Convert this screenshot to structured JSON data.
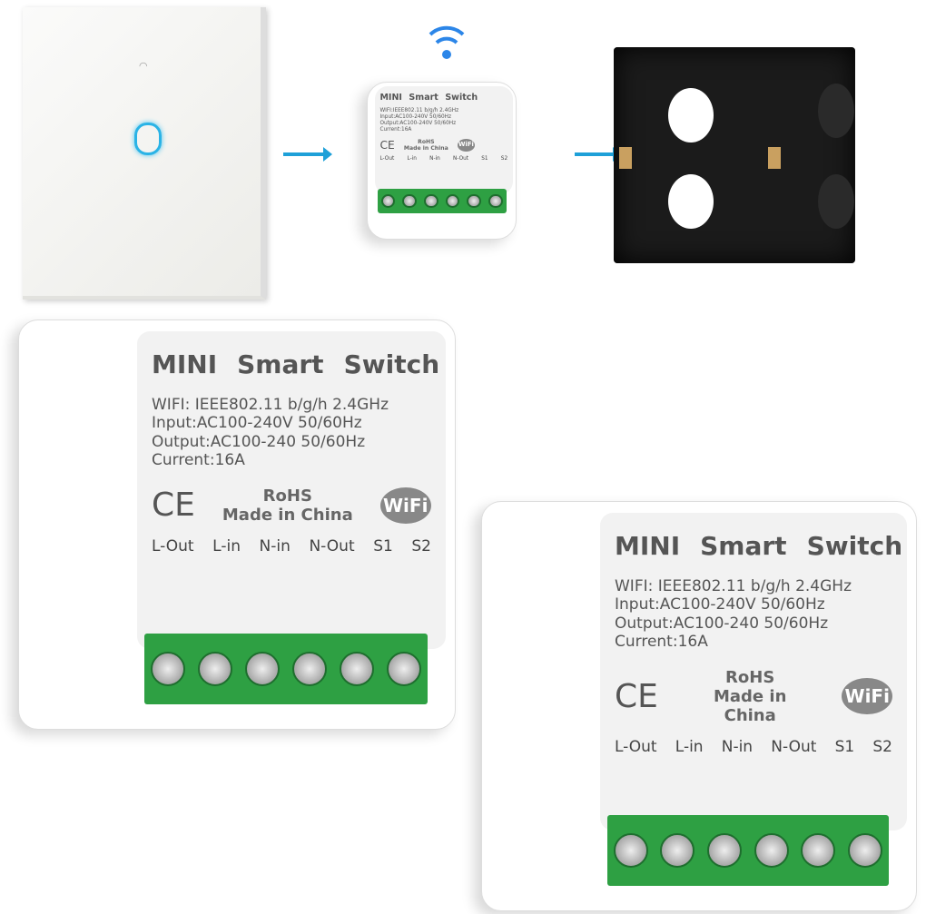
{
  "modules": [
    {
      "title_parts": [
        "MINI",
        "Smart",
        "Switch"
      ],
      "specs": [
        "WIFI:IEEE802.11 b/g/h 2.4GHz",
        "Input:AC100-240V 50/60Hz",
        "Output:AC100-240V 50/60Hz",
        "Current:16A"
      ],
      "ce": "CE",
      "rohs": "RoHS",
      "made": "Made in China",
      "wifi_logo": "WiFi",
      "terminals": [
        "L-Out",
        "L-in",
        "N-in",
        "N-Out",
        "S1",
        "S2"
      ]
    },
    {
      "title_parts": [
        "MINI",
        "Smart",
        "Switch"
      ],
      "specs": [
        "WIFI: IEEE802.11 b/g/h 2.4GHz",
        "Input:AC100-240V 50/60Hz",
        "Output:AC100-240 50/60Hz",
        "Current:16A"
      ],
      "ce": "CE",
      "rohs": "RoHS",
      "made": "Made in China",
      "wifi_logo": "WiFi",
      "terminals": [
        "L-Out",
        "L-in",
        "N-in",
        "N-Out",
        "S1",
        "S2"
      ]
    },
    {
      "title_parts": [
        "MINI",
        "Smart",
        "Switch"
      ],
      "specs": [
        "WIFI: IEEE802.11 b/g/h 2.4GHz",
        "Input:AC100-240V 50/60Hz",
        "Output:AC100-240 50/60Hz",
        "Current:16A"
      ],
      "ce": "CE",
      "rohs": "RoHS",
      "made": "Made in China",
      "wifi_logo": "WiFi",
      "terminals": [
        "L-Out",
        "L-in",
        "N-in",
        "N-Out",
        "S1",
        "S2"
      ]
    }
  ],
  "colors": {
    "accent": "#1ea0d8",
    "terminal": "#2ea043"
  }
}
